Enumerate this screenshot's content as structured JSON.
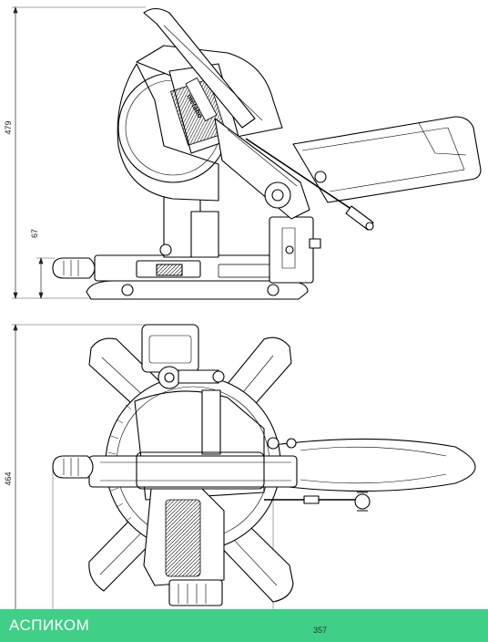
{
  "brand": {
    "name": "АСПИКОМ",
    "color": "#3fcf86"
  },
  "dimensions": {
    "height_total": "479",
    "height_base": "67",
    "depth": "464",
    "width": "357"
  },
  "views": {
    "side": {
      "logo_text": "metabo"
    }
  }
}
